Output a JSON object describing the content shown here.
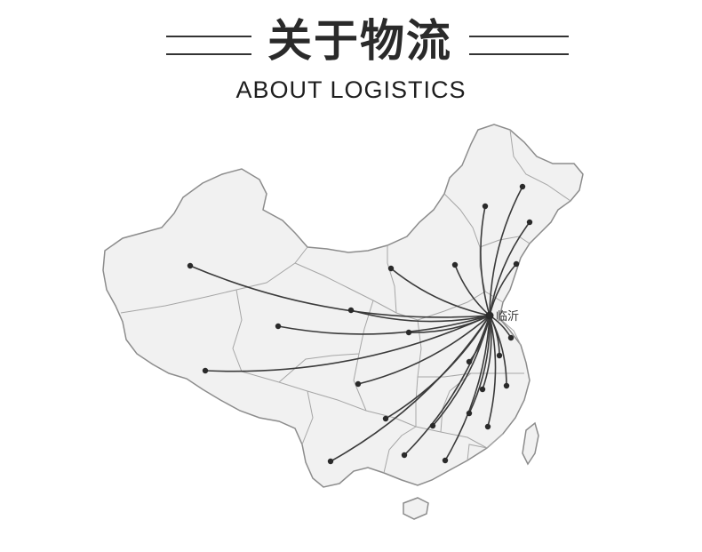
{
  "header": {
    "title_cn": "关于物流",
    "title_en": "ABOUT LOGISTICS"
  },
  "map": {
    "hub_label": "临沂",
    "colors": {
      "land": "#f1f1f1",
      "border": "#8c8c8c",
      "route": "#3a3a3a",
      "dot": "#2a2a2a"
    },
    "route_count": 24
  }
}
